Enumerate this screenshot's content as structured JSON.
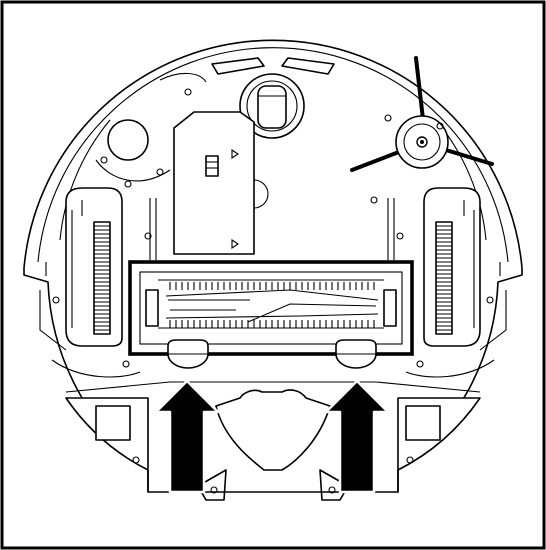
{
  "figure": {
    "kind": "robot-vacuum-underside-illustration",
    "colors": {
      "line": "#000000",
      "background": "#ffffff"
    },
    "icons": [
      "side-brush-icon",
      "caster-wheel-icon",
      "drive-wheel-icon",
      "main-brush-icon",
      "up-arrow-icon",
      "battery-contacts-icon"
    ],
    "callouts": {
      "highlighted_part": "main-brush-bar",
      "arrow_count": 2,
      "arrow_direction": "up"
    }
  }
}
